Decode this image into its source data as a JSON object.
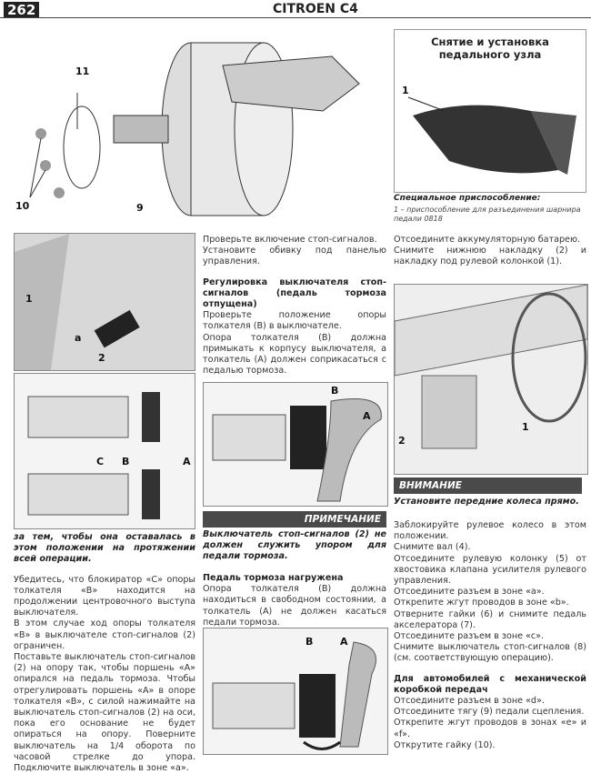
{
  "header": {
    "page_number": "262",
    "title": "CITROEN C4"
  },
  "top_figure": {
    "callouts": [
      "11",
      "10",
      "9"
    ]
  },
  "side_box": {
    "title_line1": "Снятие и установка",
    "title_line2": "педального узла",
    "callout": "1",
    "caption_heading": "Специальное приспособление:",
    "caption_text": "1 – приспособление для разъединения шарнира педали 0818"
  },
  "left_col": {
    "fig1_callouts": [
      "1",
      "a",
      "2"
    ],
    "fig2_callouts": [
      "C",
      "B",
      "A"
    ],
    "intro_bold": "за тем, чтобы она оставалась в этом положении на протяжении всей операции.",
    "paragraphs": [
      "Убедитесь, что блокиратор «С» опоры толкателя «В» находится на продолжении центровочного выступа выключателя.",
      "В этом случае ход опоры толкателя «В» в выключателе стоп-сигналов (2) ограничен.",
      "Поставьте выключатель стоп-сигналов (2) на опору так, чтобы поршень «А» опирался на педаль тормоза. Чтобы отрегулировать поршень «А» в опоре толкателя «В», с силой нажимайте на выключатель стоп-сигналов (2) на оси, пока его основание не будет опираться на опору. Поверните выключатель на 1/4 оборота по часовой стрелке до упора. Подключите выключатель в зоне «а»."
    ]
  },
  "mid_col": {
    "intro": [
      "Проверьте включение стоп-сигналов.",
      "Установите обивку под панелью управления."
    ],
    "section1_heading": "Регулировка выключателя стоп-сигналов (педаль тормоза отпущена)",
    "section1_paragraphs": [
      "Проверьте положение опоры толкателя (В) в выключателе.",
      "Опора толкателя (В) должна примыкать к корпусу выключателя, а толкатель (А) должен соприкасаться с педалью тормоза."
    ],
    "fig3_callouts": [
      "B",
      "A"
    ],
    "note_label": "ПРИМЕЧАНИЕ",
    "note_text": "Выключатель стоп-сигналов (2) не должен служить упором для педали тормоза.",
    "section2_heading": "Педаль тормоза нагружена",
    "section2_text": "Опора толкателя (В) должна находиться в свободном состоянии, а толкатель (А) не должен касаться педали тормоза.",
    "fig4_callouts": [
      "B",
      "A"
    ]
  },
  "right_col": {
    "intro": [
      "Отсоедините аккумуляторную батарею.",
      "Снимите нижнюю накладку (2) и накладку под рулевой колонкой (1)."
    ],
    "fig_callouts": [
      "2",
      "1"
    ],
    "warning_label": "ВНИМАНИЕ",
    "warning_text": "Установите передние колеса прямо.",
    "paragraphs": [
      "Заблокируйте рулевое колесо в этом положении.",
      "Снимите вал (4).",
      "Отсоедините рулевую колонку (5) от хвостовика клапана усилителя рулевого управления.",
      "Отсоедините разъем в зоне «а».",
      "Открепите жгут проводов в зоне «b».",
      "Отверните гайки (6) и снимите педаль акселератора (7).",
      "Отсоедините разъем в зоне «с».",
      "Снимите выключатель стоп-сигналов (8) (см. соответствующую операцию)."
    ],
    "section_heading": "Для автомобилей с механической коробкой передач",
    "section_paragraphs": [
      "Отсоедините разъем в зоне «d».",
      "Отсоедините тягу (9) педали сцепления.",
      "Открепите жгут проводов в зонах «е» и «f».",
      "Открутите гайку (10)."
    ]
  }
}
